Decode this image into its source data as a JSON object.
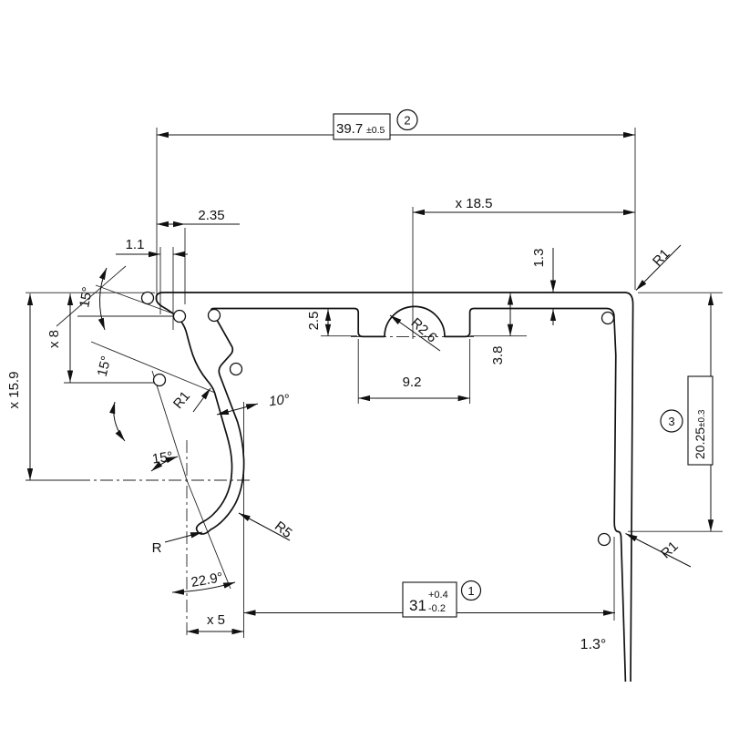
{
  "drawing": {
    "labels": {
      "overall_width": "39.7",
      "overall_width_tol": "±0.5",
      "balloon_1": "1",
      "balloon_2": "2",
      "balloon_3": "3",
      "dim_x18_5": "x 18.5",
      "dim_2_35": "2.35",
      "dim_1_1": "1.1",
      "dim_1_3": "1.3",
      "angle_15_top": "15°",
      "angle_15_mid": "15°",
      "angle_15_low": "15°",
      "dim_x8": "x 8",
      "dim_x15_9": "x 15.9",
      "dim_2_5": "2.5",
      "dim_3_8": "3.8",
      "dim_9_2": "9.2",
      "radius_r2_6": "R2.6",
      "radius_r1_left": "R1",
      "angle_10": "10°",
      "radius_r5": "R5",
      "radius_r": "R",
      "angle_22_9": "22.9°",
      "dim_x5": "x 5",
      "dim_31": "31",
      "dim_31_tol_plus": "+0.4",
      "dim_31_tol_minus": "-0.2",
      "dim_20_25": "20.25",
      "dim_20_25_tol": "±0.3",
      "radius_r1_top_right": "R1",
      "radius_r1_bottom_right": "R1",
      "angle_1_3deg": "1.3°"
    },
    "colors": {
      "line": "#111111",
      "background": "#ffffff"
    }
  }
}
